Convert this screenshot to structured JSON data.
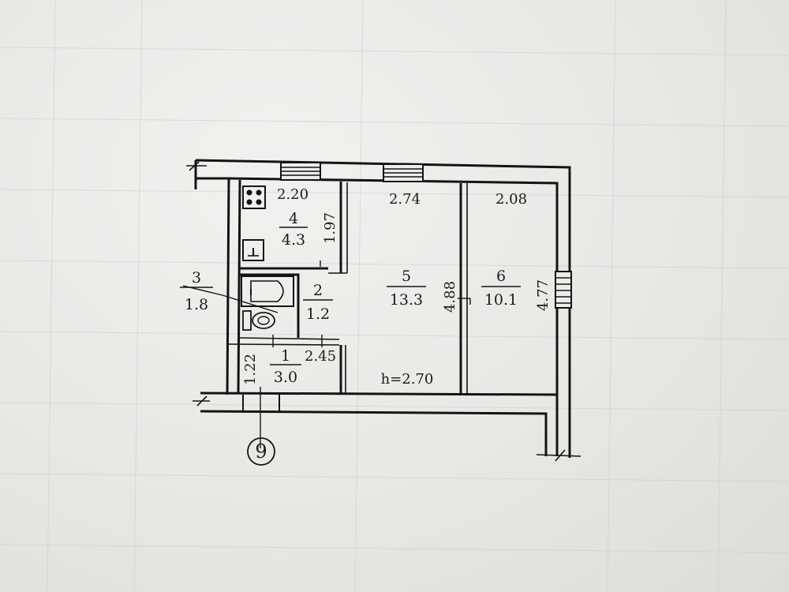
{
  "rooms": [
    {
      "number": "1",
      "area": "3.0"
    },
    {
      "number": "2",
      "area": "1.2"
    },
    {
      "number": "3",
      "area": "1.8"
    },
    {
      "number": "4",
      "area": "4.3"
    },
    {
      "number": "5",
      "area": "13.3"
    },
    {
      "number": "6",
      "area": "10.1"
    }
  ],
  "dimensions": {
    "kitchen_width": "2.20",
    "kitchen_depth": "1.97",
    "room5_width": "2.74",
    "room5_depth": "4.88",
    "room6_width": "2.08",
    "room6_depth": "4.77",
    "hall_width": "2.45",
    "hall_depth": "1.22"
  },
  "ceiling_height": "h=2.70",
  "axis_marker": "9"
}
